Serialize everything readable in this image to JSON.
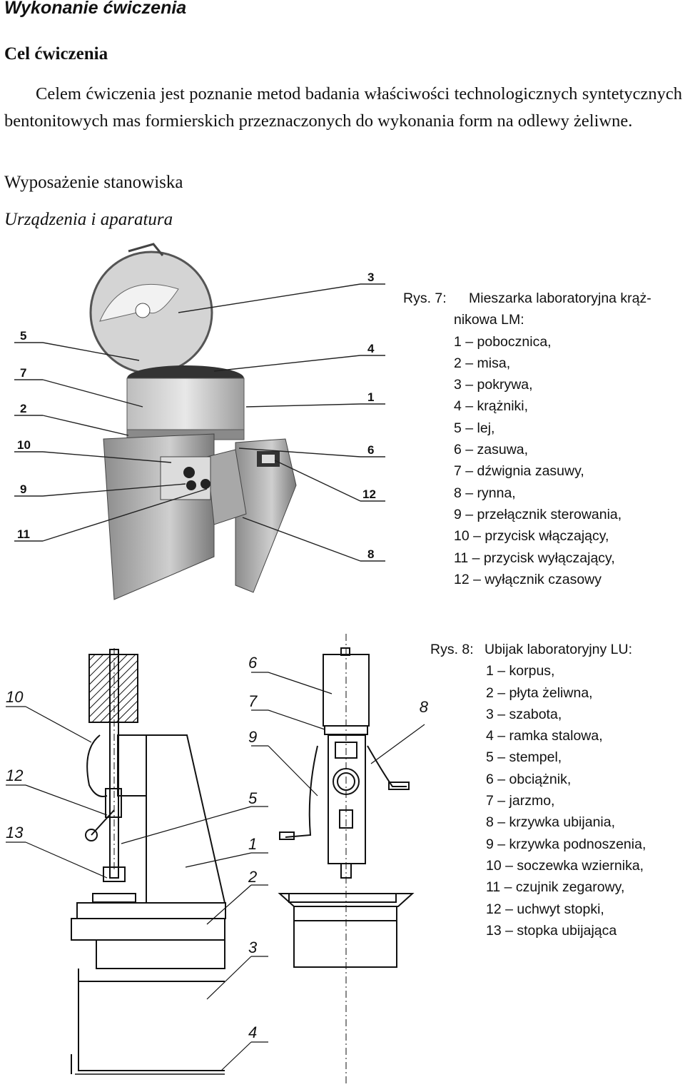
{
  "heading": "Wykonanie ćwiczenia",
  "goal_heading": "Cel ćwiczenia",
  "goal_text": "Celem ćwiczenia jest poznanie metod badania właściwości technologicznych syntetycznych bentonitowych mas formierskich przeznaczonych do wykonania form na odlewy żeliwne.",
  "equipment_heading": "Wyposażenie stanowiska",
  "devices_heading": "Urządzenia i aparatura",
  "figure7": {
    "caption_label": "Rys. 7:",
    "caption_title_1": "Mieszarka laboratoryjna krąż-",
    "caption_title_2": "nikowa  LM:",
    "items": [
      "1 – pobocznica,",
      "2 – misa,",
      "3 – pokrywa,",
      "4 – krążniki,",
      "5 – lej,",
      "6 – zasuwa,",
      "7 – dźwignia zasuwy,",
      "8 – rynna,",
      "9 – przełącznik sterowania,",
      "10 – przycisk włączający,",
      "11 – przycisk wyłączający,",
      "12 – wyłącznik czasowy"
    ],
    "labels_left": [
      "5",
      "7",
      "2",
      "10",
      "9",
      "11"
    ],
    "labels_right": [
      "3",
      "4",
      "1",
      "6",
      "12",
      "8"
    ]
  },
  "figure8": {
    "caption_label": "Rys. 8:",
    "caption_title": "Ubijak laboratoryjny LU:",
    "items": [
      "1 – korpus,",
      "2 – płyta żeliwna,",
      "3 – szabota,",
      "4 – ramka stalowa,",
      "5 – stempel,",
      "6 – obciążnik,",
      "7 – jarzmo,",
      "8 – krzywka ubijania,",
      "9 – krzywka podnoszenia,",
      "10 – soczewka wziernika,",
      "11 – czujnik zegarowy,",
      "12 – uchwyt stopki,",
      "13 – stopka ubijająca"
    ],
    "labels_left": [
      "10",
      "12",
      "13"
    ],
    "labels_middle": [
      "6",
      "7",
      "9",
      "5",
      "1",
      "2",
      "3",
      "4"
    ],
    "labels_right": [
      "8"
    ]
  }
}
